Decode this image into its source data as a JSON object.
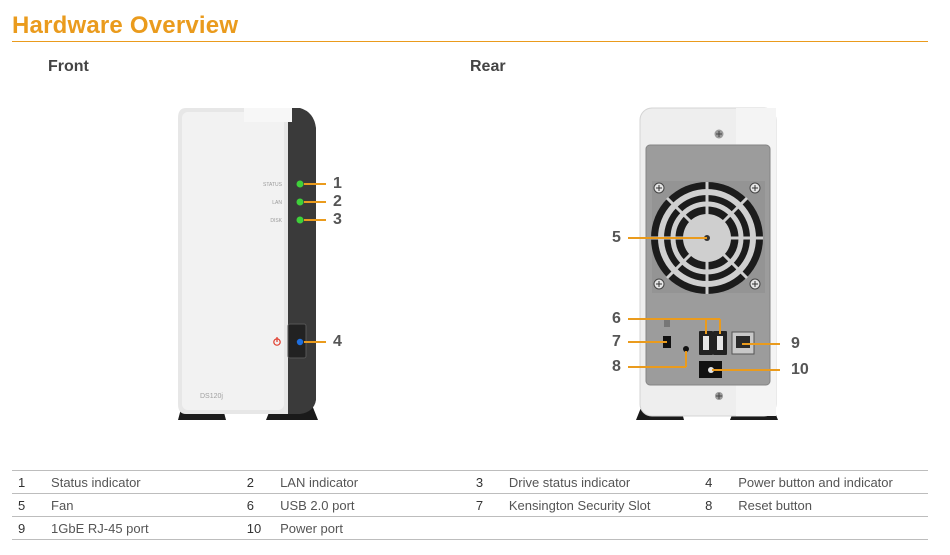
{
  "title": "Hardware Overview",
  "front_label": "Front",
  "rear_label": "Rear",
  "front_device": {
    "led_labels": [
      "STATUS",
      "LAN",
      "DISK"
    ],
    "model_label": "DS120j"
  },
  "callouts": {
    "c1": "1",
    "c2": "2",
    "c3": "3",
    "c4": "4",
    "c5": "5",
    "c6": "6",
    "c7": "7",
    "c8": "8",
    "c9": "9",
    "c10": "10"
  },
  "colors": {
    "accent": "#ea9b1d",
    "led_green": "#3fd13a",
    "power_blue": "#1e6fe0",
    "power_red": "#e03a2a"
  },
  "legend": [
    [
      {
        "n": "1",
        "t": "Status indicator"
      },
      {
        "n": "2",
        "t": "LAN indicator"
      },
      {
        "n": "3",
        "t": "Drive status indicator"
      },
      {
        "n": "4",
        "t": "Power button and indicator"
      }
    ],
    [
      {
        "n": "5",
        "t": "Fan"
      },
      {
        "n": "6",
        "t": "USB 2.0 port"
      },
      {
        "n": "7",
        "t": "Kensington Security Slot"
      },
      {
        "n": "8",
        "t": "Reset button"
      }
    ],
    [
      {
        "n": "9",
        "t": "1GbE RJ-45 port"
      },
      {
        "n": "10",
        "t": "Power port"
      },
      {
        "n": "",
        "t": ""
      },
      {
        "n": "",
        "t": ""
      }
    ]
  ]
}
